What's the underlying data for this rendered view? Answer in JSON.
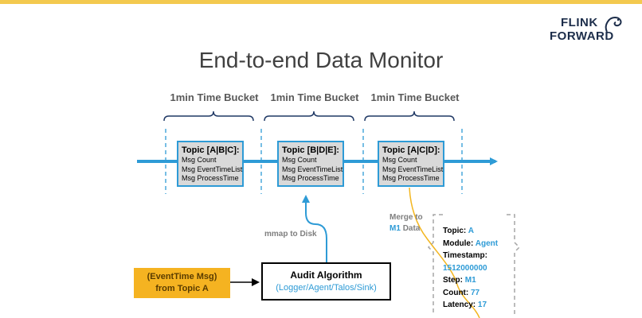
{
  "title": "End-to-end Data Monitor",
  "logo": {
    "line1": "FLINK",
    "line2": "FORWARD",
    "squirrel": "squirrel-icon"
  },
  "buckets": [
    {
      "label": "1min Time Bucket"
    },
    {
      "label": "1min Time Bucket"
    },
    {
      "label": "1min Time Bucket"
    }
  ],
  "topics": [
    {
      "title": "Topic [A|B|C]:",
      "lines": [
        "Msg Count",
        "Msg EventTimeList",
        "Msg ProcessTime"
      ]
    },
    {
      "title": "Topic [B|D|E]:",
      "lines": [
        "Msg Count",
        "Msg EventTimeList",
        "Msg ProcessTime"
      ]
    },
    {
      "title": "Topic [A|C|D]:",
      "lines": [
        "Msg Count",
        "Msg EventTimeList",
        "Msg ProcessTime"
      ]
    }
  ],
  "mmap_label": "mmap to Disk",
  "merge": {
    "line1": "Merge to",
    "m1": "M1",
    "data": "Data"
  },
  "audit": {
    "title": "Audit Algorithm",
    "subtitle": "(Logger/Agent/Talos/Sink)"
  },
  "event": {
    "line1": "(EventTime Msg)",
    "line2": "from Topic A"
  },
  "info": {
    "topic_key": "Topic:",
    "topic_val": "A",
    "module_key": "Module:",
    "module_val": "Agent",
    "timestamp_key": "Timestamp:",
    "timestamp_val": "1512000000",
    "step_key": "Step:",
    "step_val": "M1",
    "count_key": "Count:",
    "count_val": "77",
    "latency_key": "Latency:",
    "latency_val": "17"
  },
  "colors": {
    "accent_yellow": "#f3c94f",
    "arrow_blue": "#2e9bd6",
    "event_orange": "#f5b321",
    "curve_yellow": "#f3b61f",
    "text_gray": "#595959"
  }
}
